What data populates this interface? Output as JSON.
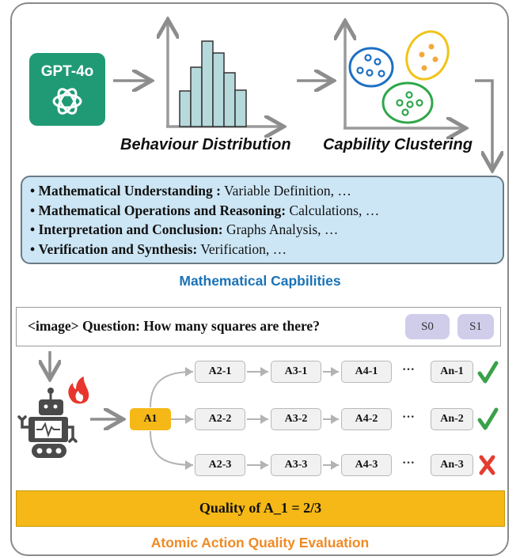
{
  "top": {
    "gpt_label": "GPT-4o",
    "behaviour_label": "Behaviour Distribution",
    "clustering_label": "Capbility Clustering"
  },
  "capabilities": {
    "title": "Mathematical Capbilities",
    "items": [
      {
        "bullet": "•",
        "name": "Mathematical Understanding :",
        "examples": " Variable Definition, …"
      },
      {
        "bullet": "•",
        "name": "Mathematical Operations and Reasoning:",
        "examples": " Calculations, …"
      },
      {
        "bullet": "•",
        "name": "Interpretation and Conclusion:",
        "examples": " Graphs Analysis, …"
      },
      {
        "bullet": "•",
        "name": "Verification and Synthesis:",
        "examples": " Verification, …"
      }
    ]
  },
  "question": {
    "text": "<image>  Question: How many squares are there?",
    "chips": [
      "S0",
      "S1"
    ]
  },
  "rollout": {
    "start": "A1",
    "rows": [
      {
        "nodes": [
          "A2-1",
          "A3-1",
          "A4-1"
        ],
        "ellipsis": "···",
        "end": "An-1",
        "result": "correct"
      },
      {
        "nodes": [
          "A2-2",
          "A3-2",
          "A4-2"
        ],
        "ellipsis": "···",
        "end": "An-2",
        "result": "correct"
      },
      {
        "nodes": [
          "A2-3",
          "A3-3",
          "A4-3"
        ],
        "ellipsis": "···",
        "end": "An-3",
        "result": "wrong"
      }
    ]
  },
  "quality": {
    "text": "Quality of A_1 = 2/3",
    "title": "Atomic Action Quality Evaluation"
  },
  "icons": [
    "openai-logo-icon",
    "histogram-icon",
    "cluster-scatter-icon",
    "robot-icon",
    "fire-icon",
    "checkmark-icon",
    "cross-icon"
  ],
  "colors": {
    "gpt_green": "#1f9a74",
    "cap_box": "#cde6f5",
    "cap_title": "#1a73b8",
    "accent_orange": "#f08a24",
    "node_gold": "#f5b816",
    "chip_lavender": "#cfcdea",
    "check_green": "#3aa04a",
    "cross_red": "#e43d30",
    "histogram": "#b6d9dc"
  }
}
